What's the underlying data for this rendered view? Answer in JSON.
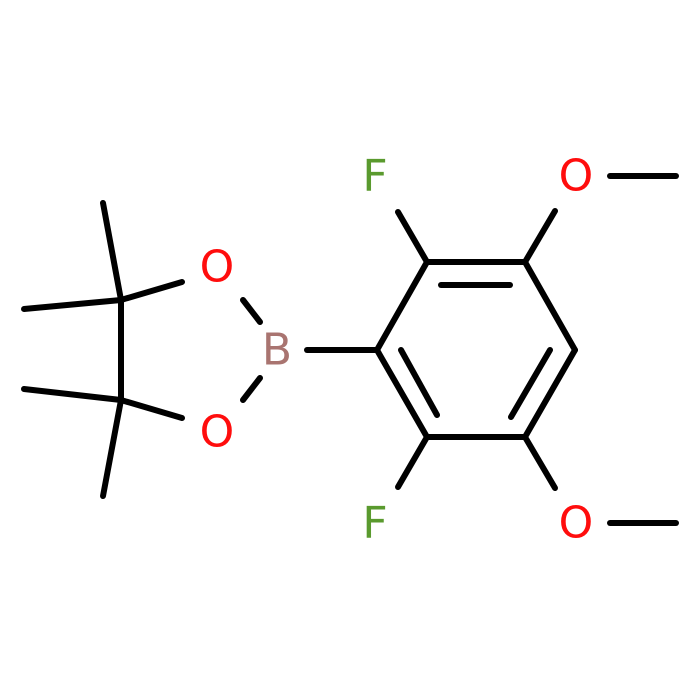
{
  "molecule": {
    "atoms": [
      {
        "id": "F1",
        "symbol": "F",
        "color": "#5a9a2e"
      },
      {
        "id": "F2",
        "symbol": "F",
        "color": "#5a9a2e"
      },
      {
        "id": "O1",
        "symbol": "O",
        "color": "#ff0d0d"
      },
      {
        "id": "O2",
        "symbol": "O",
        "color": "#ff0d0d"
      },
      {
        "id": "O3",
        "symbol": "O",
        "color": "#ff0d0d"
      },
      {
        "id": "O4",
        "symbol": "O",
        "color": "#ff0d0d"
      },
      {
        "id": "B1",
        "symbol": "B",
        "color": "#a97470"
      }
    ],
    "bond_color": "#000000"
  }
}
